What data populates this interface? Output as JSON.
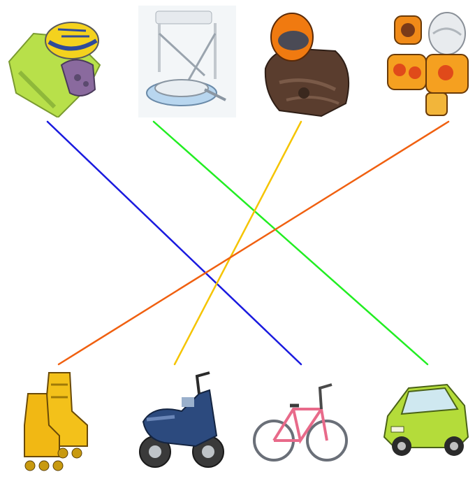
{
  "top_items": [
    {
      "id": "bike-gear",
      "icon": "helmet-gloves-jersey-icon"
    },
    {
      "id": "car-seat",
      "icon": "child-car-seat-icon"
    },
    {
      "id": "moto-gear",
      "icon": "motorcycle-helmet-jacket-icon"
    },
    {
      "id": "skate-gear",
      "icon": "skate-protective-gear-icon"
    }
  ],
  "bottom_items": [
    {
      "id": "inline-skates",
      "icon": "inline-skates-icon"
    },
    {
      "id": "scooter",
      "icon": "motor-scooter-icon"
    },
    {
      "id": "bicycle",
      "icon": "bicycle-icon"
    },
    {
      "id": "car",
      "icon": "small-car-icon"
    }
  ],
  "connections": [
    {
      "from": "bike-gear",
      "to": "bicycle",
      "color": "#1a1adf"
    },
    {
      "from": "car-seat",
      "to": "car",
      "color": "#22ee22"
    },
    {
      "from": "moto-gear",
      "to": "scooter",
      "color": "#f5c400"
    },
    {
      "from": "skate-gear",
      "to": "inline-skates",
      "color": "#f06010"
    }
  ]
}
